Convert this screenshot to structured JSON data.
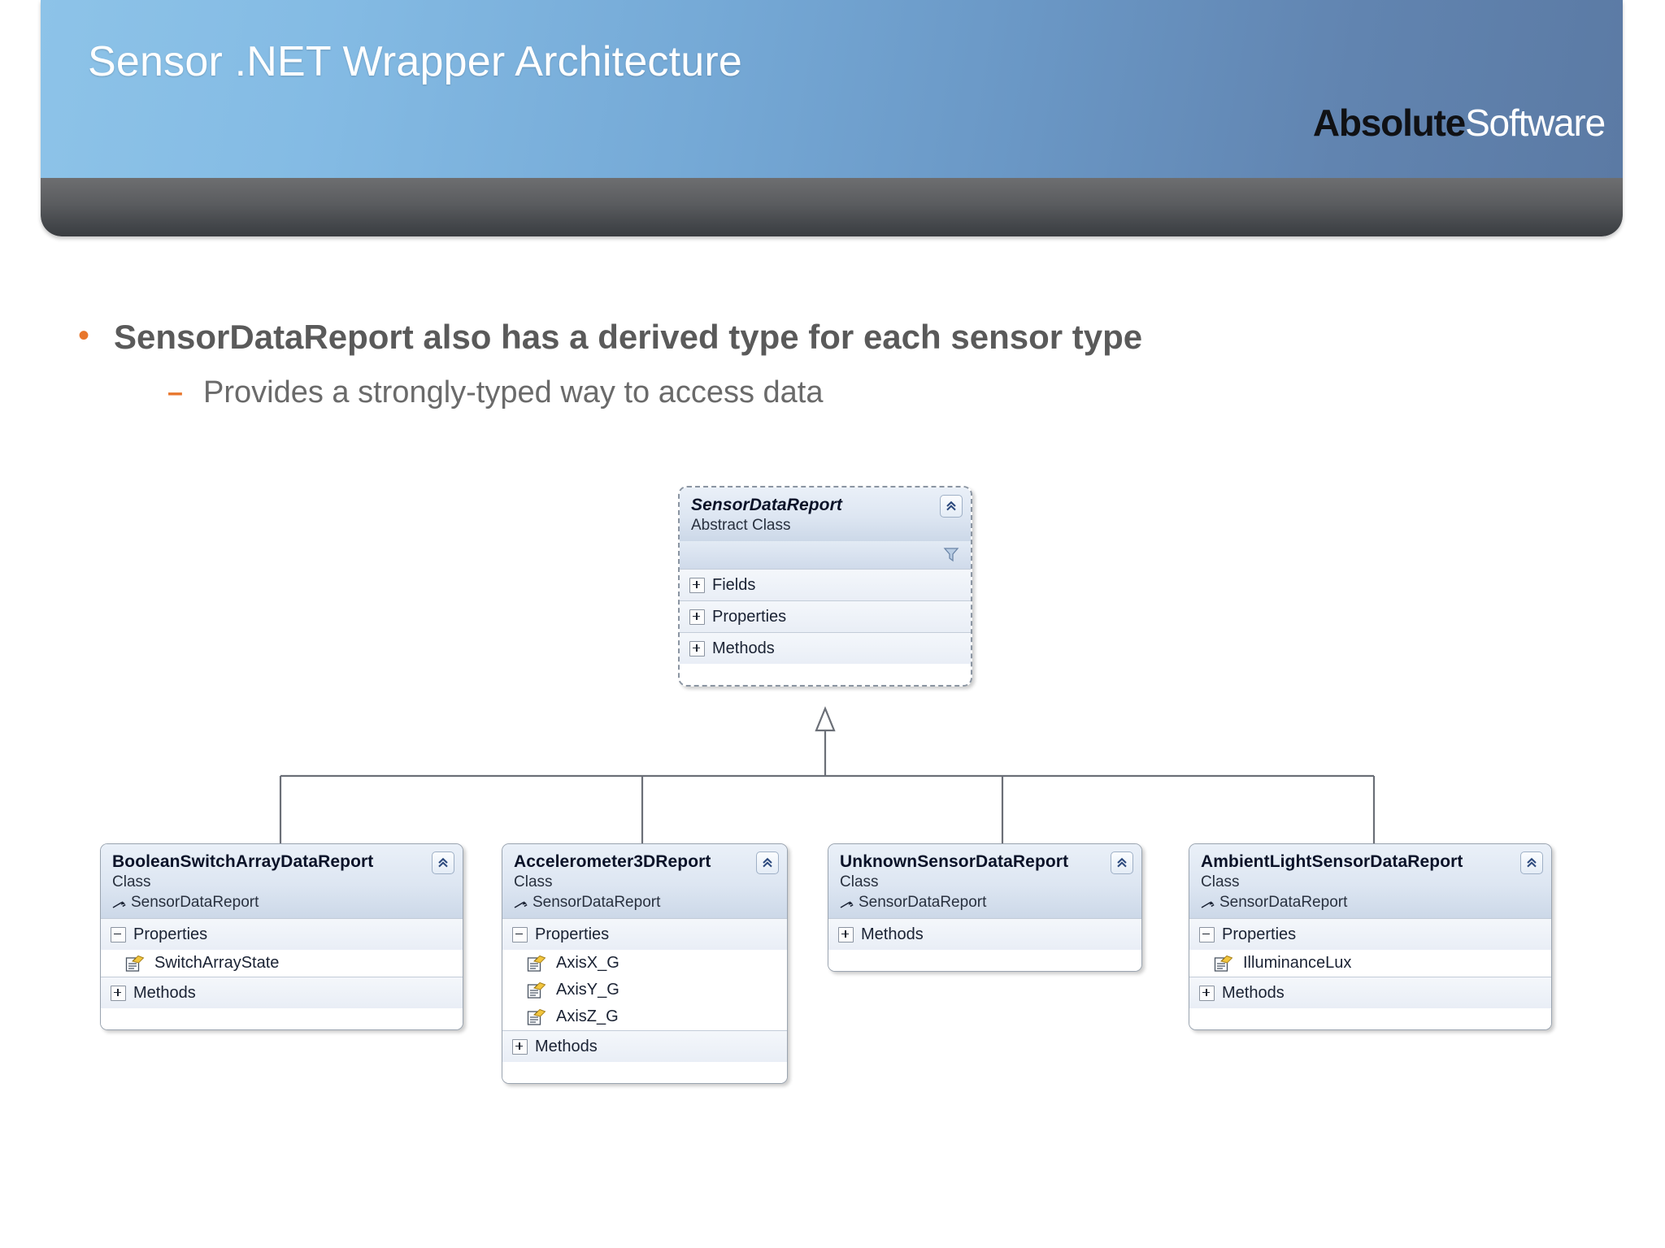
{
  "slide": {
    "title": "Sensor .NET Wrapper Architecture",
    "logo": {
      "bold_part": "Absolute",
      "light_part": "Software"
    },
    "bullets": {
      "level1_marker": "•",
      "level1_text": "SensorDataReport also has a derived type for each sensor type",
      "level2_marker": "–",
      "level2_text": "Provides a strongly-typed way to access data"
    },
    "colors": {
      "accent_orange": "#E8762C",
      "banner_blue_left": "#8DC3E8",
      "banner_blue_right": "#5B7AA4",
      "banner_dark": "#44474B",
      "body_text_grey": "#5A5A5A"
    }
  },
  "diagram": {
    "type": "uml-class-diagram",
    "relationship": "inheritance",
    "root": {
      "name": "SensorDataReport",
      "kind": "Abstract Class",
      "base": null,
      "collapse_icon": "double-chevron-up-icon",
      "filter_icon": "funnel-icon",
      "sections": [
        {
          "label": "Fields",
          "state": "collapsed",
          "toggle": "plus",
          "members": []
        },
        {
          "label": "Properties",
          "state": "collapsed",
          "toggle": "plus",
          "members": []
        },
        {
          "label": "Methods",
          "state": "collapsed",
          "toggle": "plus",
          "members": []
        }
      ]
    },
    "derived": [
      {
        "name": "BooleanSwitchArrayDataReport",
        "kind": "Class",
        "base": "SensorDataReport",
        "collapse_icon": "double-chevron-up-icon",
        "sections": [
          {
            "label": "Properties",
            "state": "expanded",
            "toggle": "minus",
            "members": [
              {
                "name": "SwitchArrayState",
                "icon": "property-icon"
              }
            ]
          },
          {
            "label": "Methods",
            "state": "collapsed",
            "toggle": "plus",
            "members": []
          }
        ]
      },
      {
        "name": "Accelerometer3DReport",
        "kind": "Class",
        "base": "SensorDataReport",
        "collapse_icon": "double-chevron-up-icon",
        "sections": [
          {
            "label": "Properties",
            "state": "expanded",
            "toggle": "minus",
            "members": [
              {
                "name": "AxisX_G",
                "icon": "property-icon"
              },
              {
                "name": "AxisY_G",
                "icon": "property-icon"
              },
              {
                "name": "AxisZ_G",
                "icon": "property-icon"
              }
            ]
          },
          {
            "label": "Methods",
            "state": "collapsed",
            "toggle": "plus",
            "members": []
          }
        ]
      },
      {
        "name": "UnknownSensorDataReport",
        "kind": "Class",
        "base": "SensorDataReport",
        "collapse_icon": "double-chevron-up-icon",
        "sections": [
          {
            "label": "Methods",
            "state": "collapsed",
            "toggle": "plus",
            "members": []
          }
        ]
      },
      {
        "name": "AmbientLightSensorDataReport",
        "kind": "Class",
        "base": "SensorDataReport",
        "collapse_icon": "double-chevron-up-icon",
        "sections": [
          {
            "label": "Properties",
            "state": "expanded",
            "toggle": "minus",
            "members": [
              {
                "name": "IlluminanceLux",
                "icon": "property-icon"
              }
            ]
          },
          {
            "label": "Methods",
            "state": "collapsed",
            "toggle": "plus",
            "members": []
          }
        ]
      }
    ]
  }
}
